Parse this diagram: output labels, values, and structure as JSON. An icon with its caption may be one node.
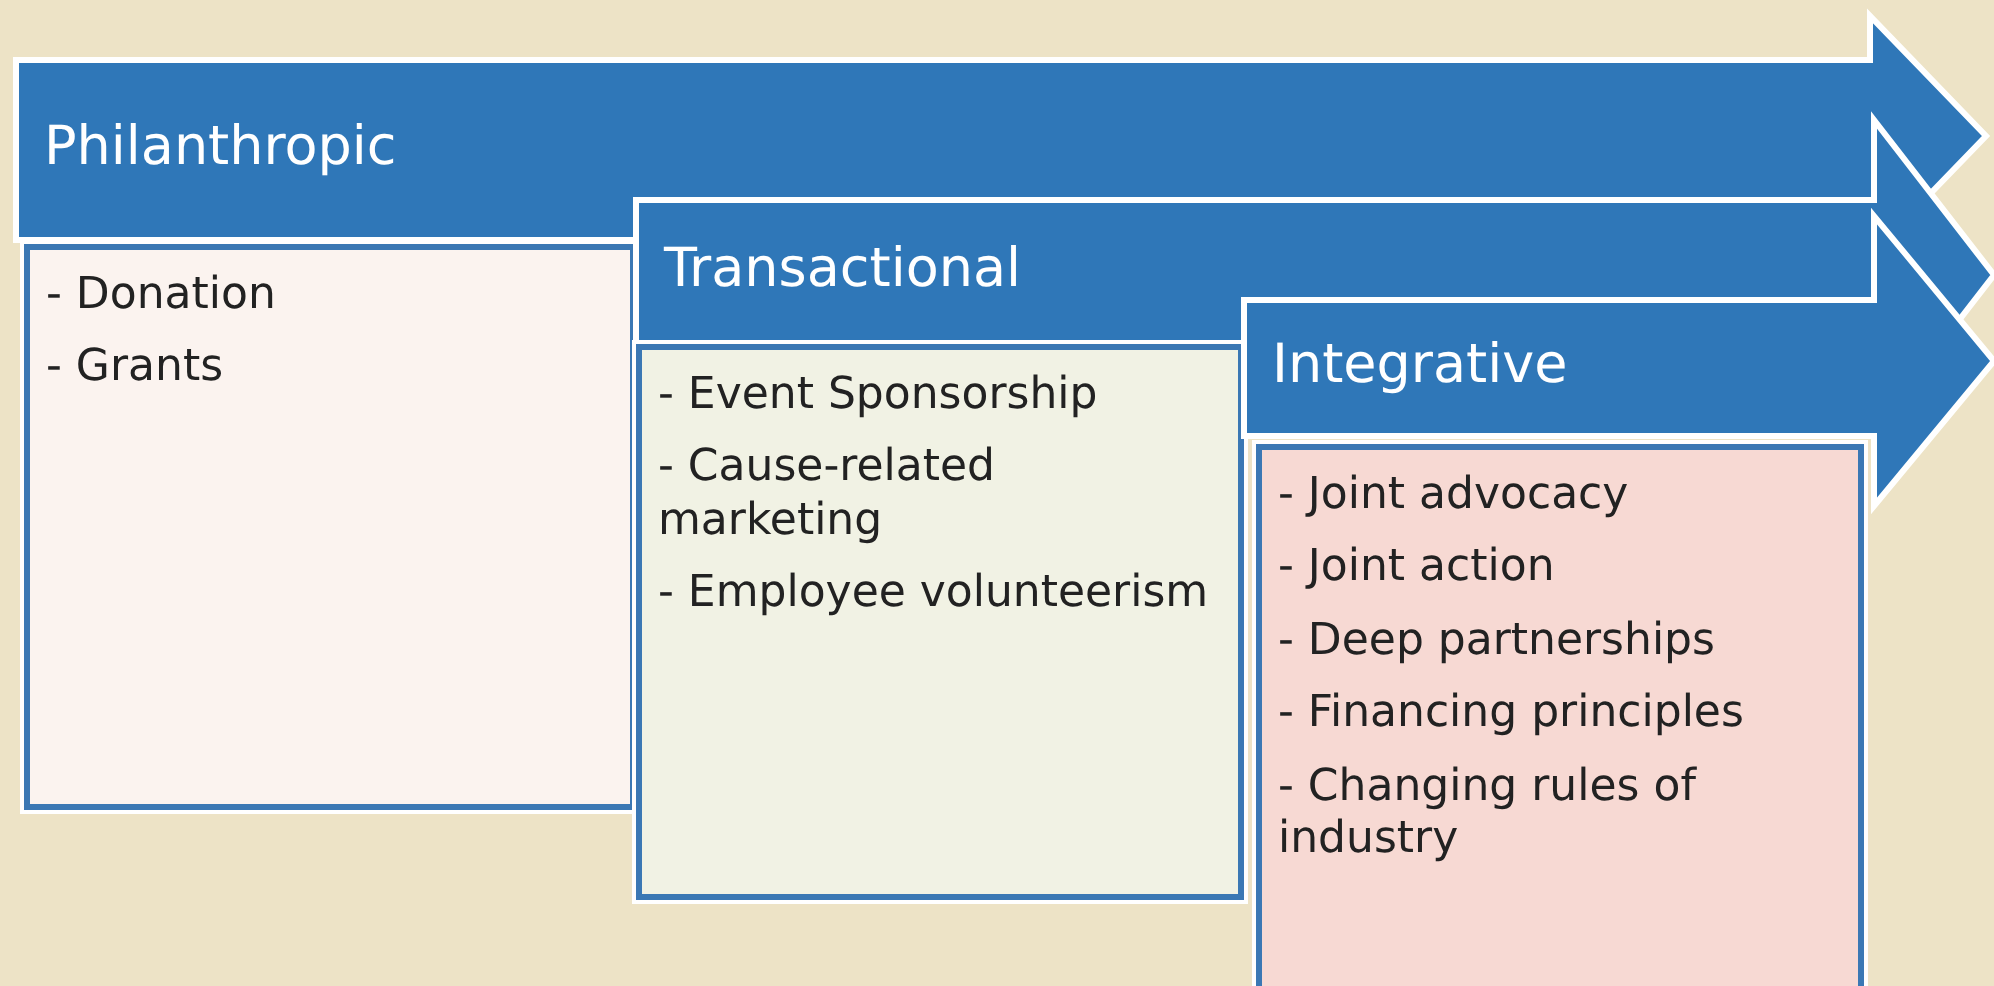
{
  "diagram": {
    "nodes": [
      {
        "text": [
          "Philanthropic"
        ]
      },
      {
        "text": [
          "- Donation",
          "- Grants"
        ]
      },
      {
        "text": [
          "Transactional"
        ]
      },
      {
        "text": [
          "- Event Sponsorship",
          "- Cause-related marketing",
          "- Employee volunteerism"
        ]
      },
      {
        "text": [
          "Integrative"
        ]
      },
      {
        "text": [
          "- Joint advocacy",
          "- Joint action",
          "- Deep partnerships",
          "- Financing principles",
          "- Changing rules of industry"
        ]
      }
    ],
    "edges": []
  }
}
